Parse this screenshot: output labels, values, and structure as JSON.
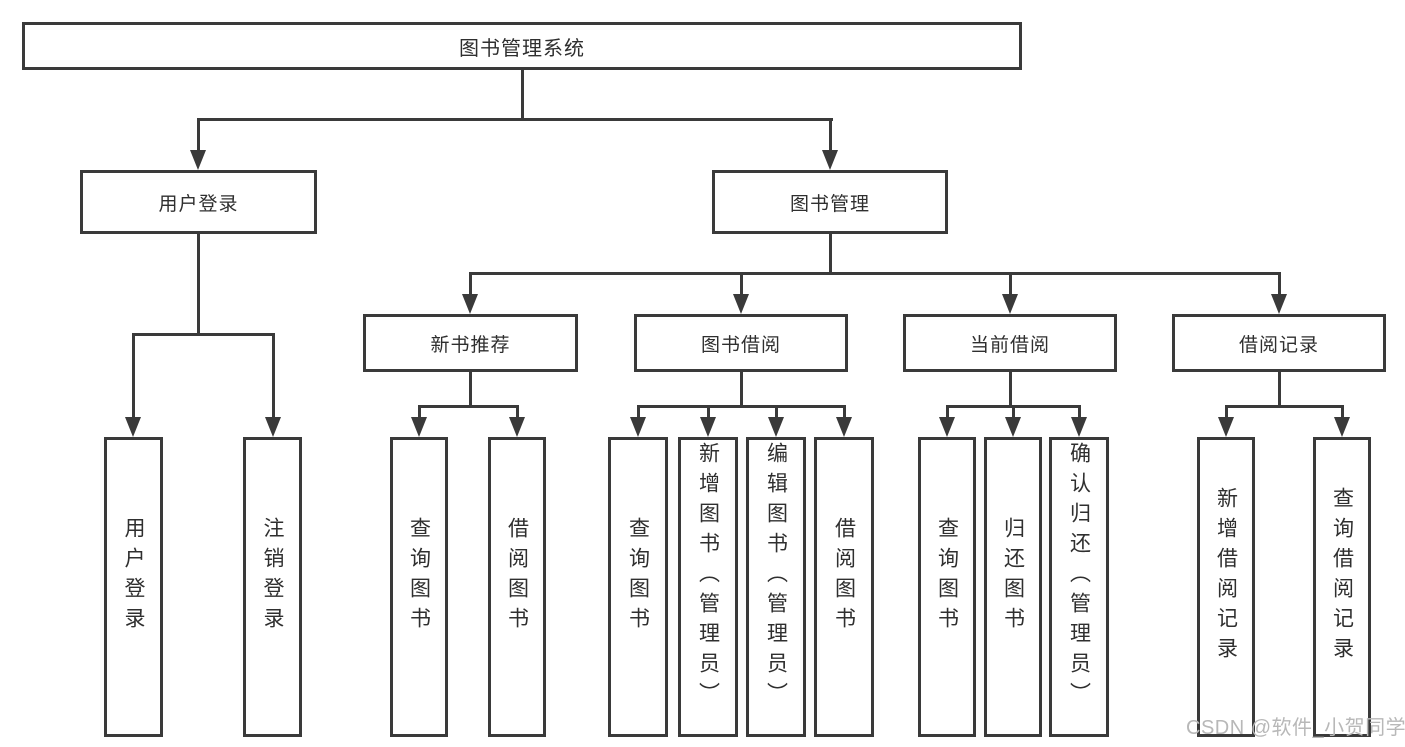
{
  "diagram_type": "hierarchy-tree",
  "tree": {
    "root": {
      "label": "图书管理系统",
      "children": [
        {
          "label": "用户登录",
          "children": [
            {
              "label": "用户登录"
            },
            {
              "label": "注销登录"
            }
          ]
        },
        {
          "label": "图书管理",
          "children": [
            {
              "label": "新书推荐",
              "children": [
                {
                  "label": "查询图书"
                },
                {
                  "label": "借阅图书"
                }
              ]
            },
            {
              "label": "图书借阅",
              "children": [
                {
                  "label": "查询图书"
                },
                {
                  "label": "新增图书（管理员）"
                },
                {
                  "label": "编辑图书（管理员）"
                },
                {
                  "label": "借阅图书"
                }
              ]
            },
            {
              "label": "当前借阅",
              "children": [
                {
                  "label": "查询图书"
                },
                {
                  "label": "归还图书"
                },
                {
                  "label": "确认归还（管理员）"
                }
              ]
            },
            {
              "label": "借阅记录",
              "children": [
                {
                  "label": "新增借阅记录"
                },
                {
                  "label": "查询借阅记录"
                }
              ]
            }
          ]
        }
      ]
    }
  },
  "watermark": {
    "text": "CSDN @软件_小贺同学"
  },
  "colors": {
    "line": "#3a3a3a",
    "text": "#2f2f2f",
    "watermark": "#b8b8b8",
    "background": "#ffffff"
  }
}
